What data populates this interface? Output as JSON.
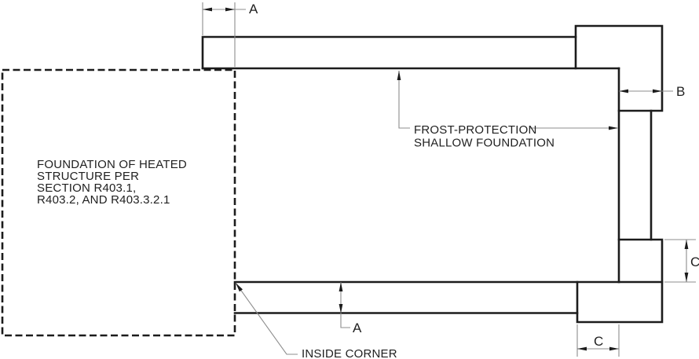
{
  "colors": {
    "background": "#ffffff",
    "drawing_line": "#1c1c1c",
    "dimension_line": "#8d8d8d",
    "text": "#1f1f1f"
  },
  "diagram": {
    "heated_foundation_label": {
      "line1": "FOUNDATION OF HEATED",
      "line2": "STRUCTURE PER",
      "line3": "SECTION R403.1,",
      "line4": "R403.2, AND R403.3.2.1"
    },
    "fpsf_label": {
      "line1": "FROST-PROTECTION",
      "line2": "SHALLOW FOUNDATION"
    },
    "inside_corner_label": "INSIDE CORNER",
    "dimensions": {
      "top_width": "A",
      "bottom_width": "A",
      "right_offset": "B",
      "right_corner": "C",
      "bottom_corner": "C"
    }
  }
}
